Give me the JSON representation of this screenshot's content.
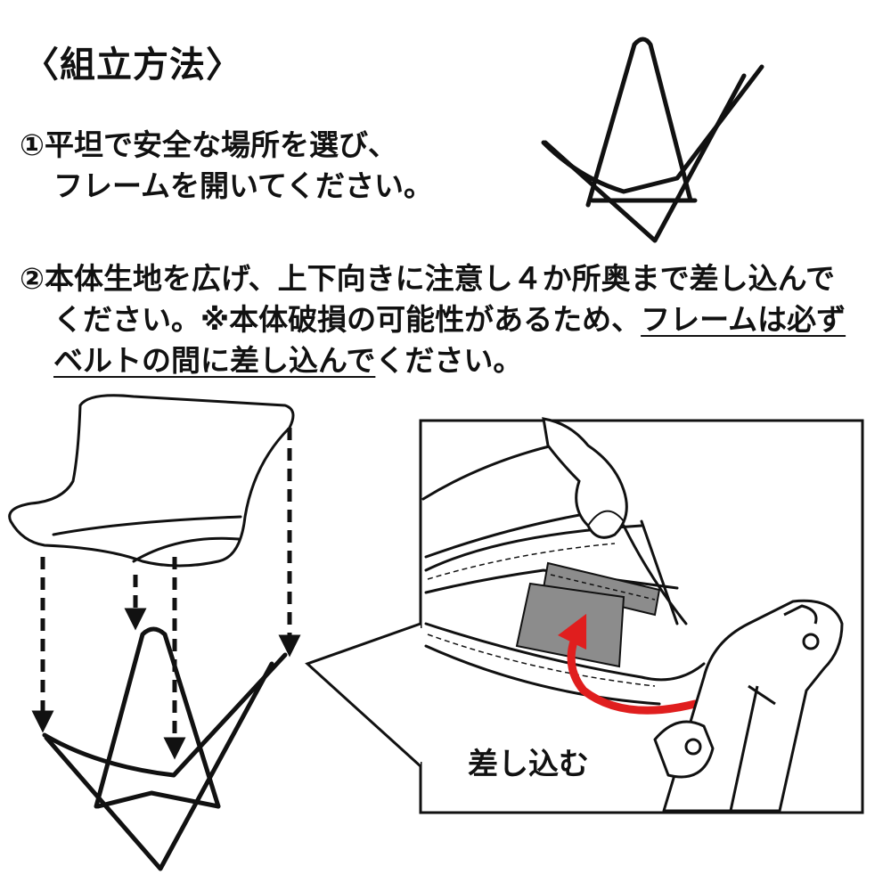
{
  "title": "〈組立方法〉",
  "step1": {
    "line1": "①平坦で安全な場所を選び、",
    "line2": "フレームを開いてください。"
  },
  "step2": {
    "line1": "②本体生地を広げ、上下向きに注意し４か所奥まで差し込んで",
    "line2_a": "ください。※本体破損の可能性があるため、",
    "line2_b": "フレームは必ず",
    "line3_a": "ベルトの間に差し込んで",
    "line3_b": "ください。"
  },
  "callout": {
    "label": "差し込む",
    "arrow_color": "#e01e1e",
    "belt_color": "#8c8c8c"
  }
}
